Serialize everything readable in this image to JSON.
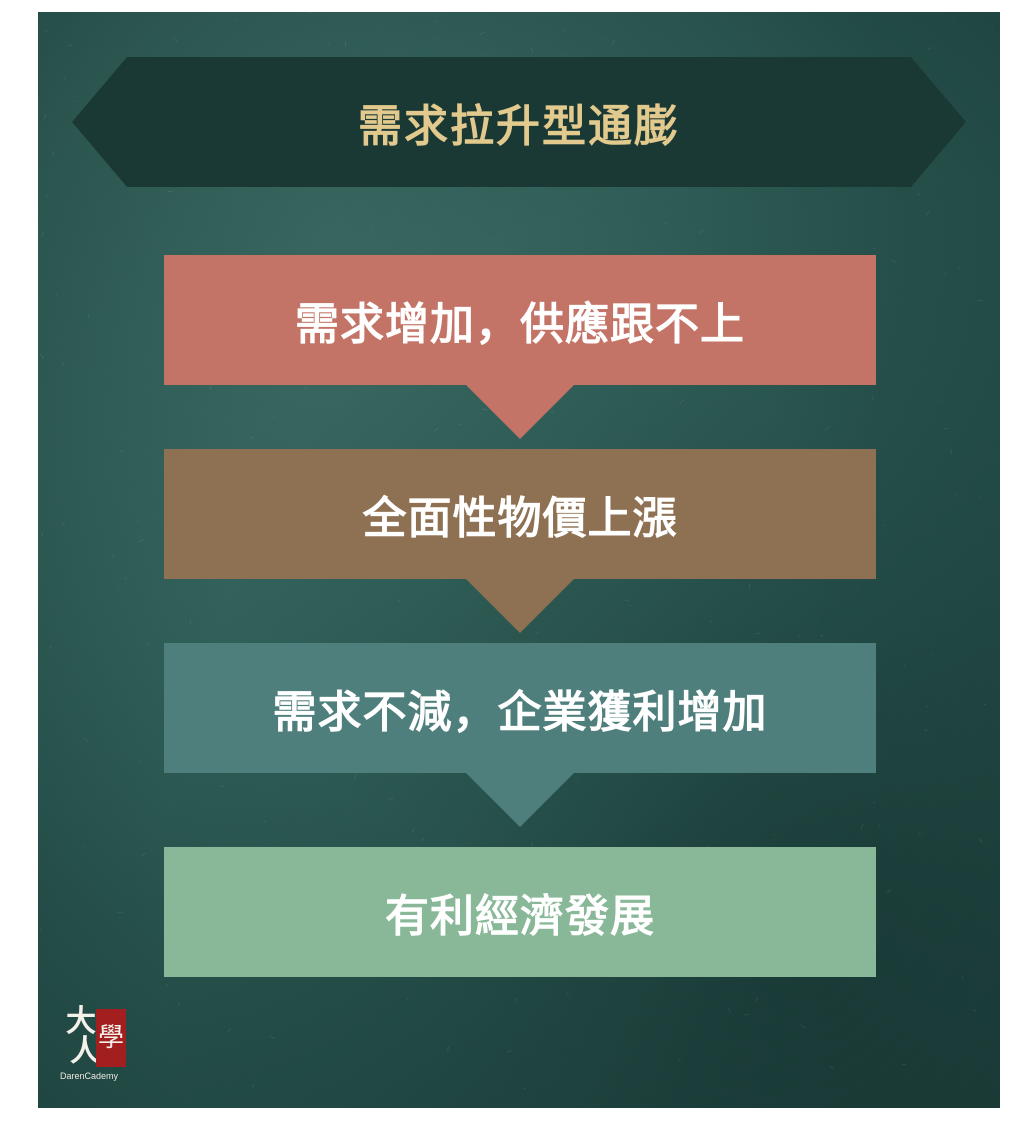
{
  "colors": {
    "background": "#2c5b55",
    "title_banner": "#1b3934",
    "title_text": "#e2c98d",
    "step_text": "#ffffff"
  },
  "title": "需求拉升型通膨",
  "steps": [
    {
      "label": "需求增加，供應跟不上",
      "color": "#c47467"
    },
    {
      "label": "全面性物價上漲",
      "color": "#8e7052"
    },
    {
      "label": "需求不減，企業獲利增加",
      "color": "#4e7f7c"
    },
    {
      "label": "有利經濟發展",
      "color": "#88b898"
    }
  ],
  "logo": {
    "char_big": "大",
    "char_person": "人",
    "char_seal": "學",
    "caption": "DarenCademy"
  }
}
